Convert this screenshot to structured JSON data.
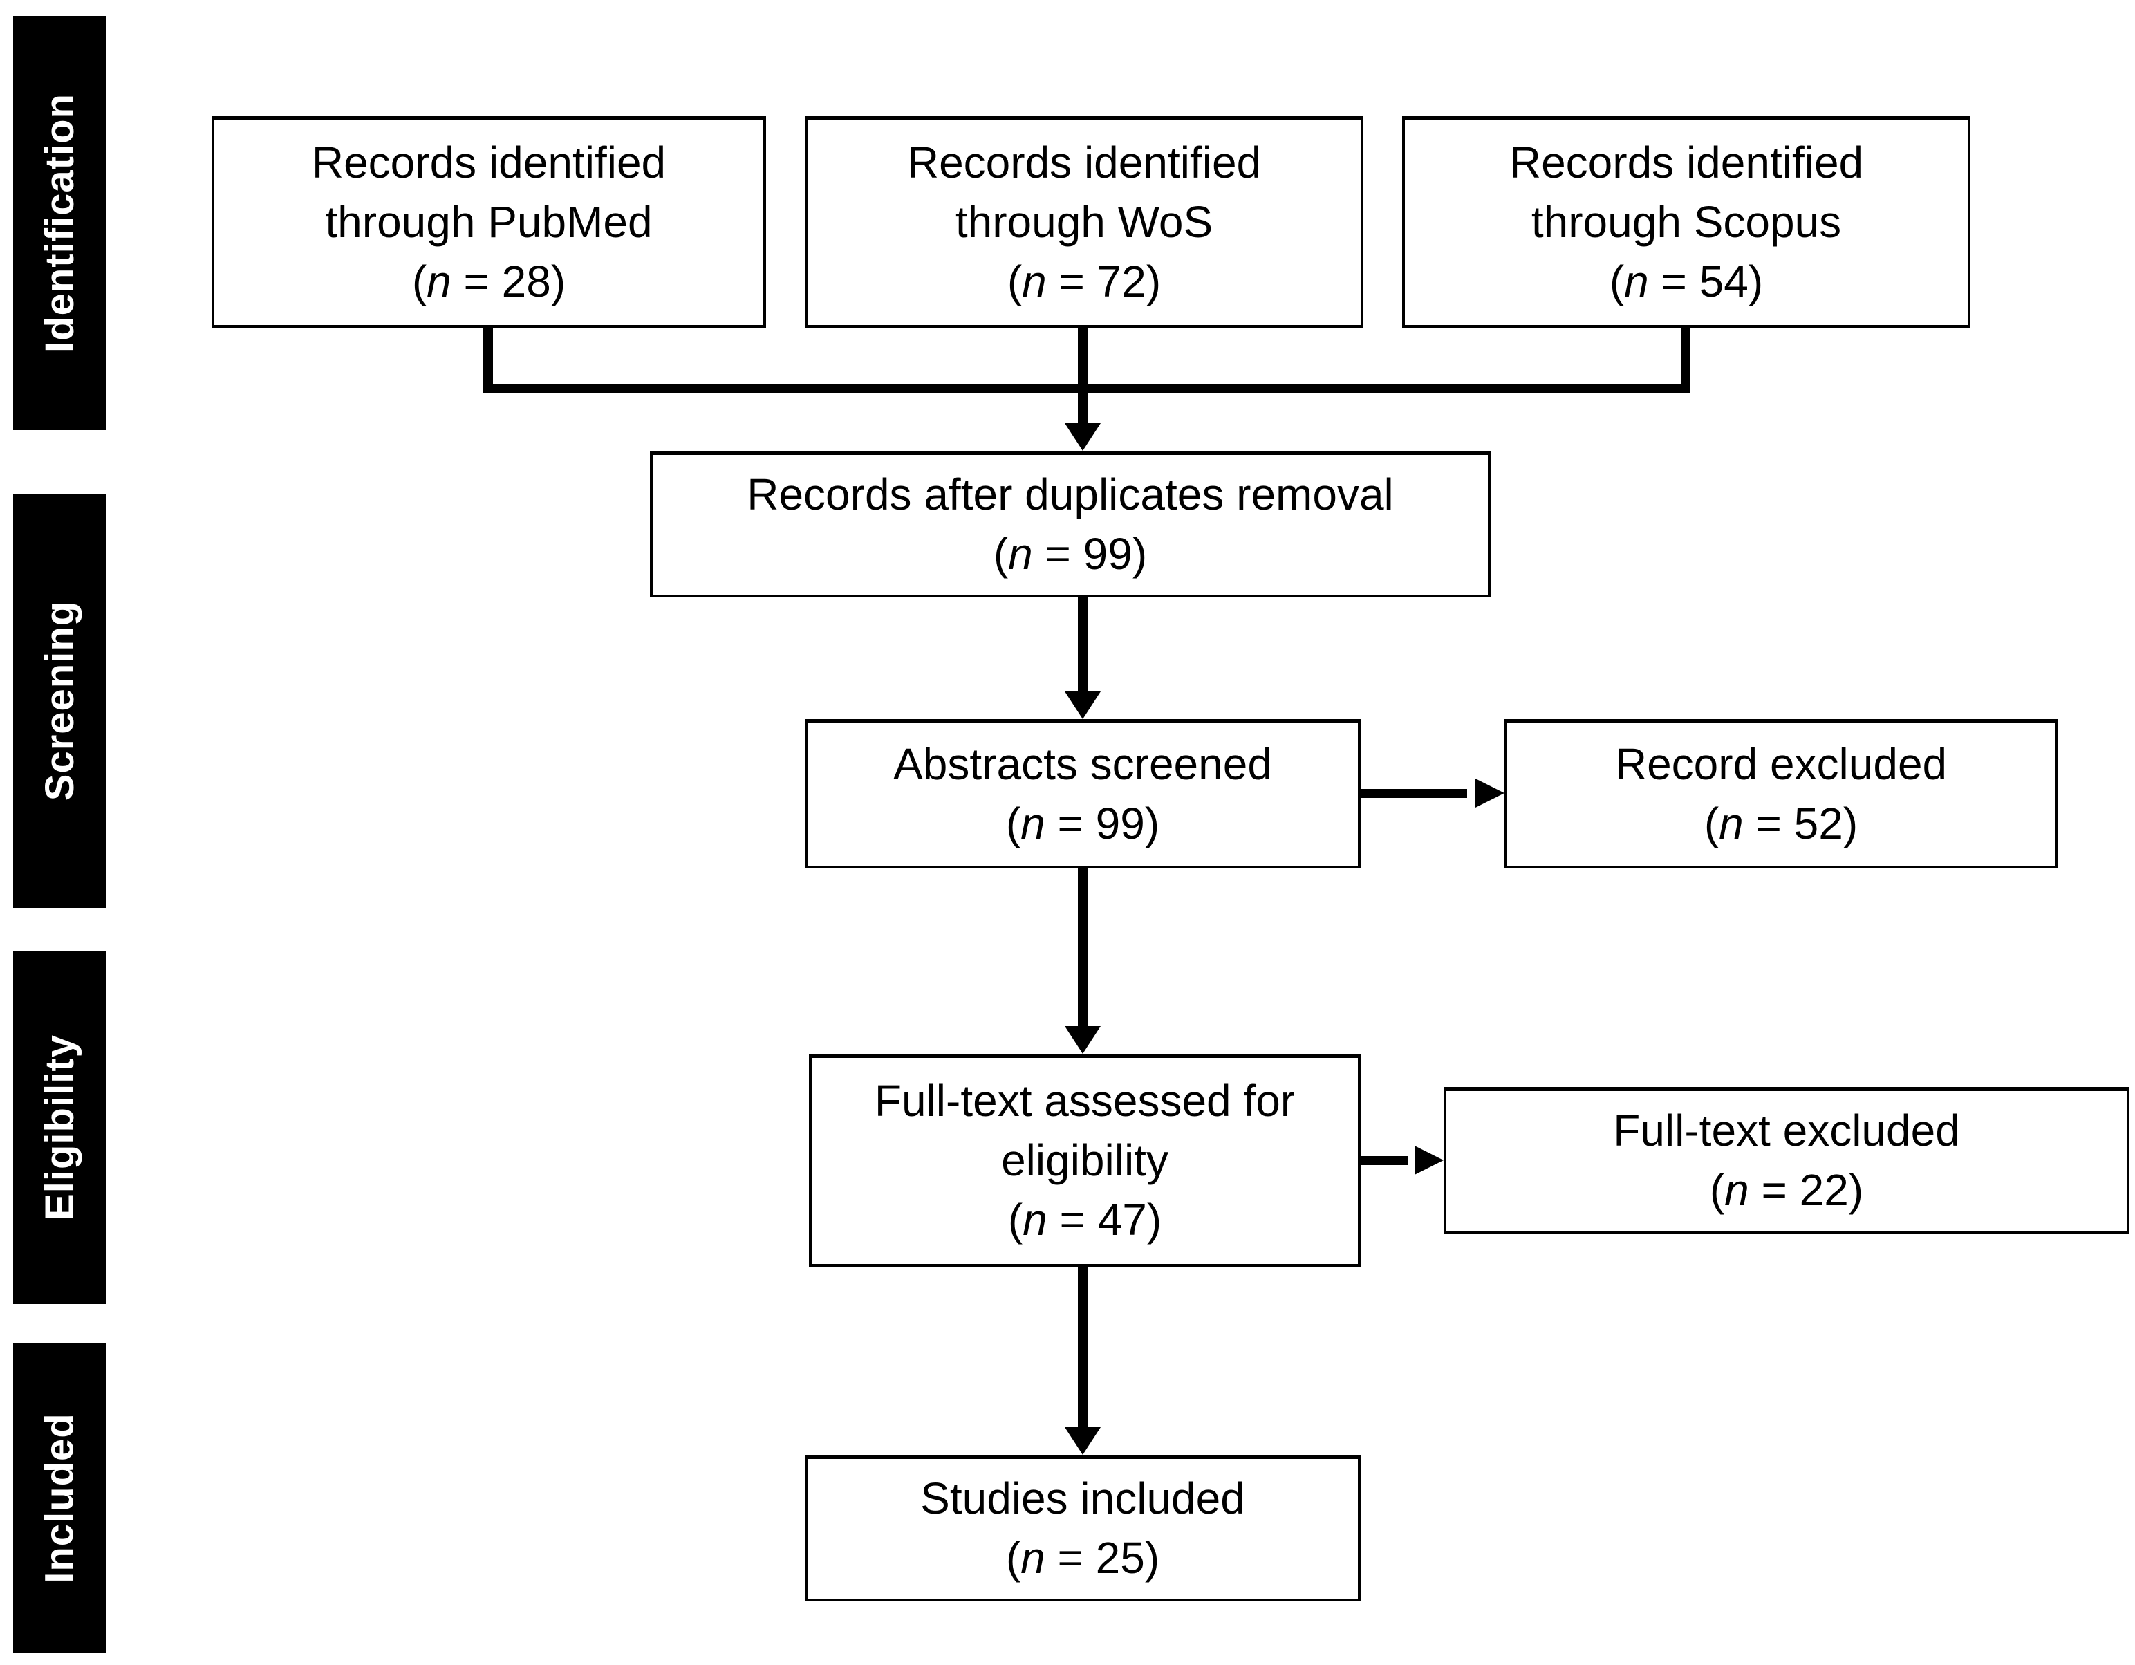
{
  "diagram": {
    "type": "prisma-flow-diagram",
    "stages": [
      {
        "id": "identification",
        "label": "Identification"
      },
      {
        "id": "screening",
        "label": "Screening"
      },
      {
        "id": "eligibility",
        "label": "Eligibility"
      },
      {
        "id": "included",
        "label": "Included"
      }
    ],
    "boxes": {
      "pubmed": {
        "label": "Records identified\nthrough PubMed",
        "count": "(n = 28)"
      },
      "wos": {
        "label": "Records identified\nthrough WoS",
        "count": "(n = 72)"
      },
      "scopus": {
        "label": "Records identified\nthrough Scopus",
        "count": "(n = 54)"
      },
      "duplicates": {
        "label": "Records after duplicates removal",
        "count": "(n = 99)"
      },
      "abstracts": {
        "label": "Abstracts screened",
        "count": "(n = 99)"
      },
      "record_excluded": {
        "label": "Record excluded",
        "count": "(n = 52)"
      },
      "fulltext": {
        "label": "Full-text assessed for\neligibility",
        "count": "(n = 47)"
      },
      "fulltext_excluded": {
        "label": "Full-text excluded",
        "count": "(n = 22)"
      },
      "included": {
        "label": "Studies included",
        "count": "(n = 25)"
      }
    },
    "colors": {
      "background": "#ffffff",
      "bar_bg": "#000000",
      "bar_text": "#ffffff",
      "box_border": "#000000",
      "text": "#000000",
      "line": "#000000"
    }
  }
}
